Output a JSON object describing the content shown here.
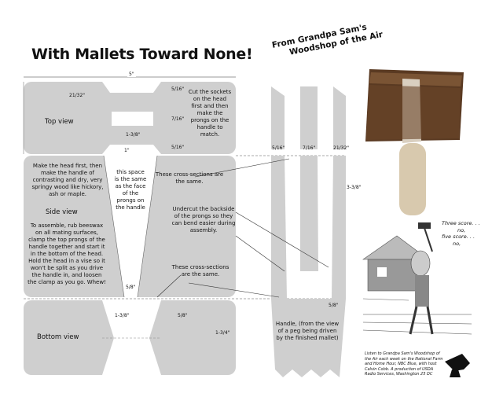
{
  "title": "With Mallets Toward None!",
  "header_right": [
    "From Grandpa Sam's",
    "Woodshop of the Air"
  ],
  "overall_width": "5\"",
  "top_view": {
    "label": "Top view",
    "dim_top_left": "21/32\"",
    "dim_top_right": "5/16\"",
    "dim_mid_right": "7/16\"",
    "dim_bottom_center": "1-3/8\"",
    "dim_bottom_right": "5/16\"",
    "instruction": "Cut the sockets on the head first and then make the prongs on the handle to match."
  },
  "side_view": {
    "label": "Side view",
    "dim_top": "1\"",
    "dim_bottom": "5/8\"",
    "intro": "Make the head first, then make the handle of contrasting and dry, very springy wood like hickory, ash or maple.",
    "assembly": "To assemble, rub beeswax on all mating surfaces, clamp the top prongs of the handle together and start it in the bottom of the head. Hold the head in a vise so it won't be split as you drive the handle in, and loosen the clamp as you go. Whew!",
    "space_note": "this space is the same as the face of the prongs on the handle",
    "cross_section_1": "These cross-sections are the same.",
    "undercut_note": "Undercut the backside of the prongs so they can bend easier during assembly.",
    "cross_section_2": "These cross-sections are the same."
  },
  "bottom_view": {
    "label": "Bottom view",
    "dim_left": "1-3/8\"",
    "dim_center": "5/8\"",
    "dim_right": "1-3/4\""
  },
  "handle": {
    "dim_left": "5/16\"",
    "dim_center": "7/16\"",
    "dim_right": "21/32\"",
    "dim_length": "3-3/8\"",
    "dim_bottom": "5/8\"",
    "caption": "Handle, (from the view of a peg being driven by the finished mallet)"
  },
  "speech": [
    "Three score. . .",
    "no,",
    "five score. . .",
    "no,"
  ],
  "credits": "Listen to Grandpa Sam's Woodshop of the Air each week on the National Farm and Home Hour, NBC Blue, with host Calvin Cobb. A production of USDA Radio Services, Washington 25 DC"
}
